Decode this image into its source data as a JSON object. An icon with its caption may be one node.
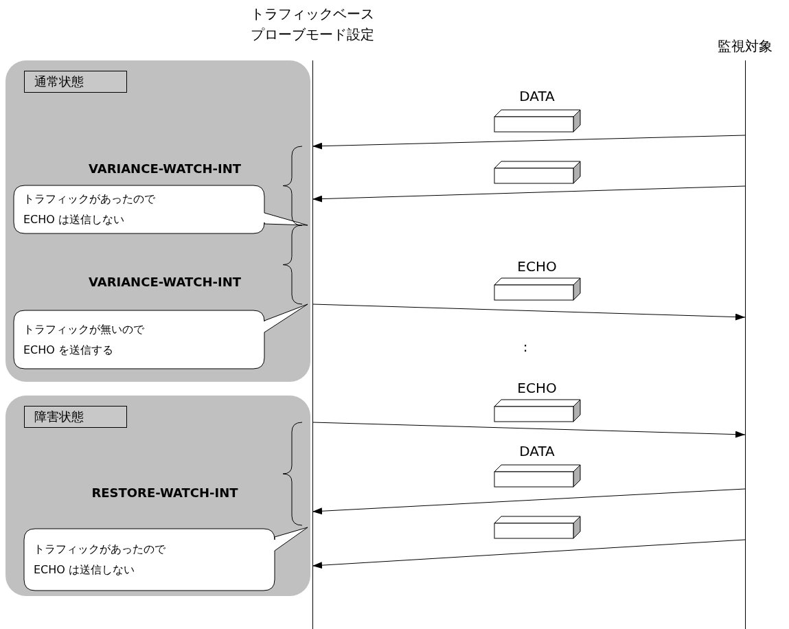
{
  "diagram": {
    "nodes": [
      {
        "text": [
          "トラフィックベースプローブモード設定"
        ]
      },
      {
        "text": [
          "監視対象"
        ]
      },
      {
        "text": [
          "通常状態"
        ]
      },
      {
        "text": [
          "トラフィックがあったのでECHO は送信しない"
        ],
        "in": 2
      },
      {
        "text": [
          "トラフィックが無いのでECHO を送信する"
        ],
        "in": 2
      },
      {
        "text": [
          "障害状態"
        ]
      },
      {
        "text": [
          "トラフィックがあったのでECHO は送信しない"
        ],
        "in": 5
      }
    ],
    "edges": [
      {
        "from": 1,
        "to": 0,
        "arrow": "to",
        "label": "DATA"
      },
      {
        "from": 1,
        "to": 0,
        "arrow": "to"
      },
      {
        "from": 0,
        "to": 1,
        "arrow": "to",
        "label": "ECHO"
      },
      {
        "from": 0,
        "to": 1,
        "arrow": "to",
        "label": "ECHO"
      },
      {
        "from": 1,
        "to": 0,
        "arrow": "to",
        "label": "DATA"
      },
      {
        "from": 1,
        "to": 0,
        "arrow": "to"
      }
    ],
    "labels": [
      "VARIANCE-WATCH-INT",
      "VARIANCE-WATCH-INT",
      ":",
      "RESTORE-WATCH-INT"
    ]
  }
}
